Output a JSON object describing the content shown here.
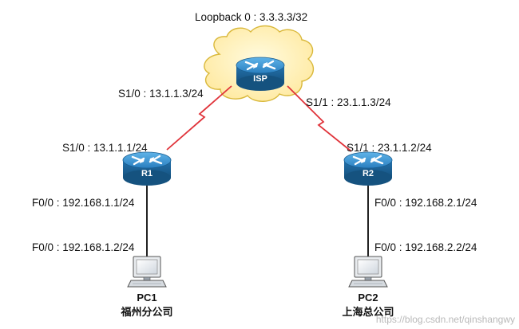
{
  "loopback_label": "Loopback 0 : 3.3.3.3/32",
  "isp": {
    "name": "ISP",
    "s1_0": "S1/0 : 13.1.1.3/24",
    "s1_1": "S1/1 : 23.1.1.3/24"
  },
  "r1": {
    "name": "R1",
    "s1_0": "S1/0 : 13.1.1.1/24",
    "f0_0": "F0/0 : 192.168.1.1/24"
  },
  "r2": {
    "name": "R2",
    "s1_1": "S1/1 : 23.1.1.2/24",
    "f0_0": "F0/0 : 192.168.2.1/24"
  },
  "pc1": {
    "name": "PC1",
    "site": "福州分公司",
    "f0_0": "F0/0 : 192.168.1.2/24"
  },
  "pc2": {
    "name": "PC2",
    "site": "上海总公司",
    "f0_0": "F0/0 : 192.168.2.2/24"
  },
  "watermark": "https://blog.csdn.net/qinshangwy",
  "colors": {
    "serial_link": "#e0333a",
    "ethernet_link": "#222222",
    "cloud_fill": "#fff3b0",
    "router_blue": "#1e6fa8"
  }
}
